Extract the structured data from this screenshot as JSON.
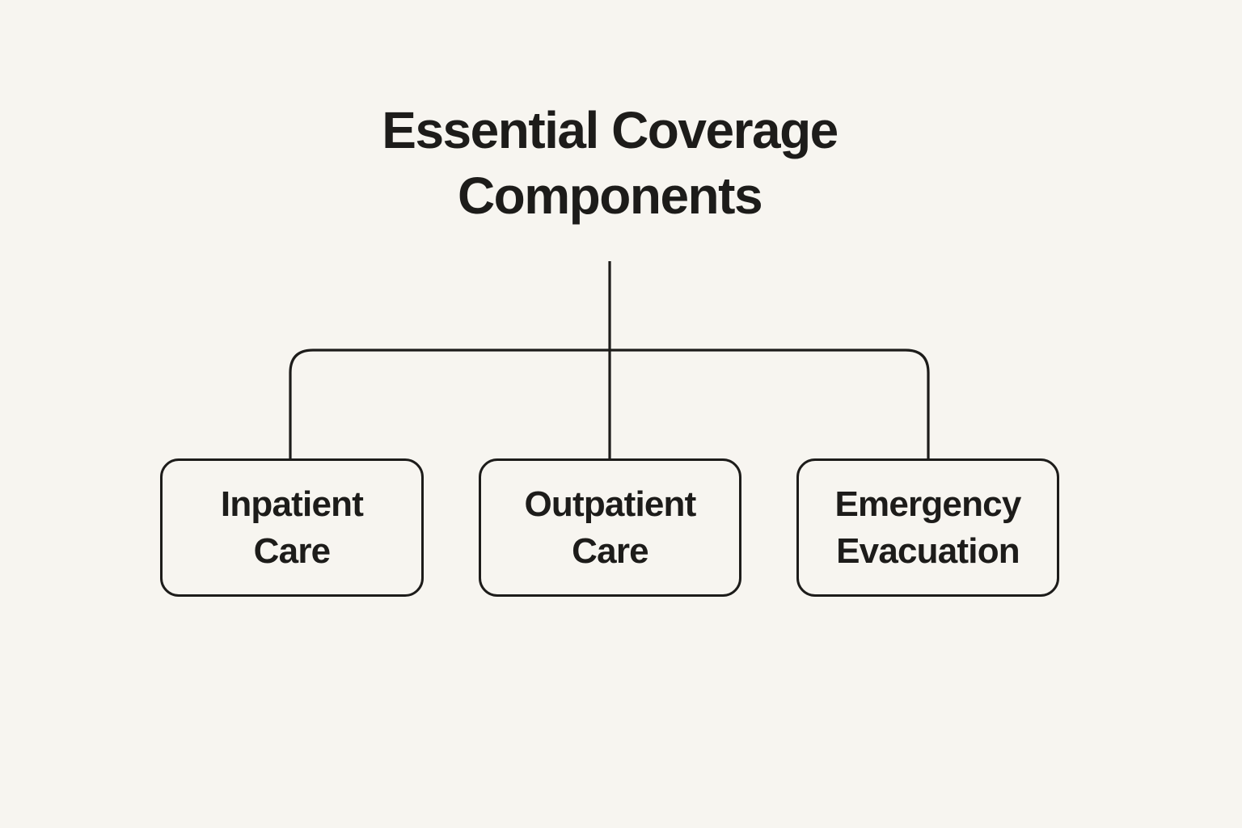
{
  "diagram": {
    "title": {
      "full": "Essential Coverage Components",
      "line1": "Essential Coverage",
      "line2": "Components"
    },
    "nodes": [
      {
        "id": "inpatient-care",
        "label": "Inpatient Care"
      },
      {
        "id": "outpatient-care",
        "label": "Outpatient Care"
      },
      {
        "id": "emergency-evacuation",
        "label": "Emergency Evacuation"
      }
    ],
    "colors": {
      "background": "#f7f5f0",
      "line": "#1d1c1a",
      "text": "#1d1c1a"
    }
  }
}
